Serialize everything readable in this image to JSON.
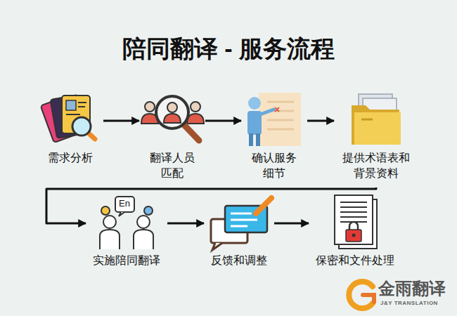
{
  "diagram": {
    "title": "陪同翻译 - 服务流程",
    "nodes": [
      {
        "text": [
          "需求分析"
        ]
      },
      {
        "text": [
          "翻译人员 匹配"
        ]
      },
      {
        "text": [
          "确认服务 细节"
        ]
      },
      {
        "text": [
          "提供术语表和 背景资料"
        ]
      },
      {
        "text": [
          "实施陪同翻译"
        ]
      },
      {
        "text": [
          "反馈和调整"
        ]
      },
      {
        "text": [
          "保密和文件处理"
        ]
      }
    ],
    "edges": [
      {
        "from": 0,
        "to": 1,
        "arrow": "to"
      },
      {
        "from": 1,
        "to": 2,
        "arrow": "to"
      },
      {
        "from": 2,
        "to": 3,
        "arrow": "to"
      },
      {
        "from": 3,
        "to": 4,
        "arrow": "to"
      },
      {
        "from": 4,
        "to": 5,
        "arrow": "to"
      },
      {
        "from": 5,
        "to": 6,
        "arrow": "to"
      }
    ],
    "labels": [
      "En",
      "金雨翻译",
      "J&Y TRANSLATION"
    ]
  }
}
